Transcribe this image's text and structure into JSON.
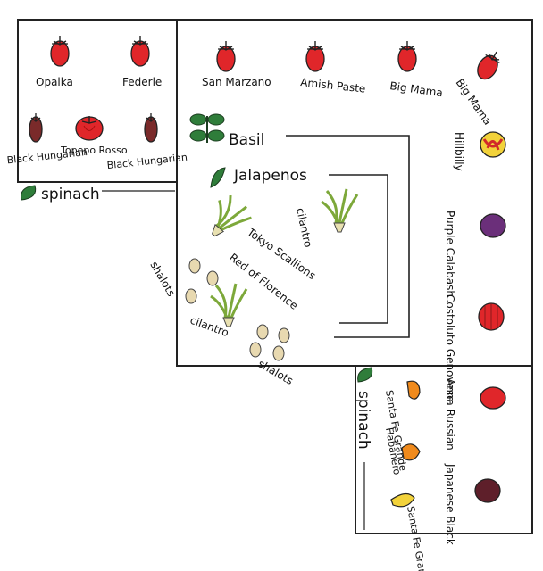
{
  "beds": {
    "small_bed": {
      "plants": [
        "Opalka",
        "Federle",
        "Black Hungarian",
        "Topepo Rosso",
        "Black Hungarian"
      ],
      "border_label": "spinach"
    },
    "main_bed": {
      "top_row": [
        "San Marzano",
        "Amish Paste",
        "Big Mama",
        "Big Mama"
      ],
      "right_column": [
        "Hillbilly",
        "Purple Calabash",
        "Costoluto Genovese"
      ],
      "herbs": [
        "Basil",
        "Jalapenos"
      ],
      "center": [
        "Tokyo Scallions",
        "Red of Florence",
        "cilantro",
        "cilantro",
        "shalots",
        "shalots"
      ]
    },
    "lower_right_bed": {
      "border_label": "spinach",
      "peppers": [
        "Santa Fe Grande",
        "Habanero",
        "Santa Fe Grande"
      ],
      "tomatoes": [
        "Anna Russian",
        "Japanese Black"
      ]
    }
  },
  "colors": {
    "tomato_red": "#e0262a",
    "dark_tomato": "#7a2a2a",
    "purple": "#6b2f7a",
    "yellow": "#f2d23a",
    "orange": "#f08a1c",
    "leaf_green": "#2f7d3a",
    "light_green": "#b6d957",
    "shallot": "#e8d9b0"
  }
}
